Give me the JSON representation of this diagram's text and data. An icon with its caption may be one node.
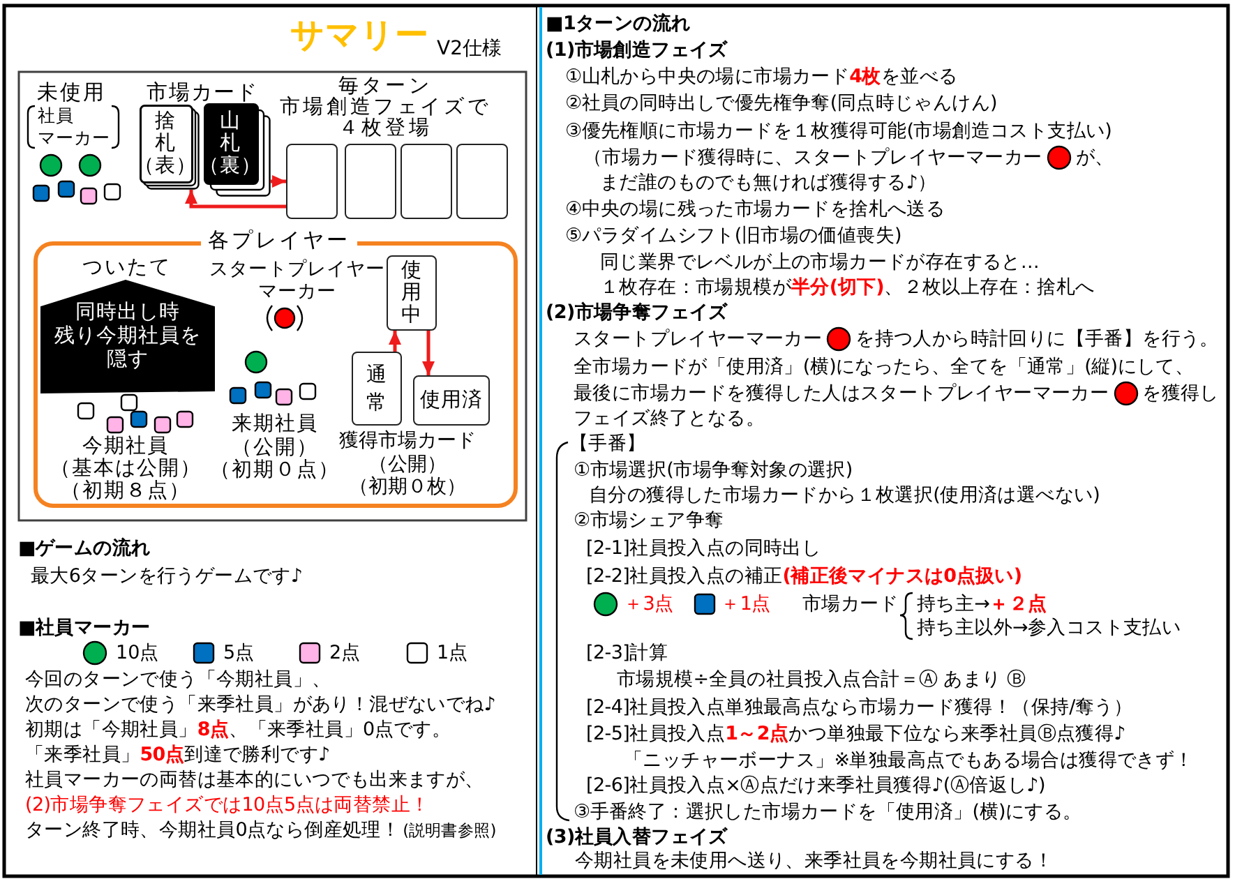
{
  "diagram": {
    "title": "サマリー",
    "nodes": [
      {
        "text": [
          "捨札（表）"
        ]
      },
      {
        "text": [
          "山札（裏）"
        ]
      },
      {
        "text": [],
        "shape": "box"
      },
      {
        "text": [],
        "shape": "box"
      },
      {
        "text": [],
        "shape": "box"
      },
      {
        "text": [],
        "shape": "box"
      },
      {
        "text": [
          "各プレイヤー"
        ]
      },
      {
        "text": [
          "ついたて",
          "同時出し時残り今期社員を隠す"
        ],
        "in": 6
      },
      {
        "text": [
          "使用中"
        ],
        "in": 6
      },
      {
        "text": [
          "通常"
        ],
        "in": 6
      },
      {
        "text": [
          "使用済"
        ],
        "in": 6
      }
    ],
    "edges": [
      {
        "from": 1,
        "to": 2,
        "arrow": "to"
      },
      {
        "from": 2,
        "to": 0,
        "arrow": "to"
      },
      {
        "from": 9,
        "to": 8,
        "arrow": "to"
      },
      {
        "from": 8,
        "to": 10,
        "arrow": "to"
      }
    ],
    "labels": [
      "V2仕様",
      "未使用",
      "社員マーカー",
      "市場カード",
      "毎ターン市場創造フェイズで４枚登場",
      "スタートプレイヤーマーカー",
      "今期社員（基本は公開）（初期８点）",
      "来期社員（公開）（初期０点）",
      "獲得市場カード（公開）（初期０枚）",
      "■ゲームの流れ",
      "最大6ターンを行うゲームです♪",
      "■社員マーカー",
      "今回のターンで使う「今期社員」、",
      "次のターンで使う「来季社員」があり！混ぜないでね♪",
      "初期は「今期社員」**8点**、「来季社員」0点です。",
      "「来季社員」**50点**到達で勝利です♪",
      "社員マーカーの両替は基本的にいつでも出来ますが、",
      "(2)市場争奪フェイズでは10点5点は両替禁止！",
      "ターン終了時、今期社員0点なら倒産処理！",
      "(説明書参照)",
      "■1ターンの流れ",
      "(1)市場創造フェイズ",
      "①山札から中央の場に市場カード**4枚**を並べる",
      "②社員の同時出しで優先権争奪(同点時じゃんけん)",
      "③優先権順に市場カードを１枚獲得可能(市場創造コスト支払い)",
      "（市場カード獲得時に、スタートプレイヤーマーカー",
      "が、",
      "まだ誰のものでも無ければ獲得する♪）",
      "④中央の場に残った市場カードを捨札へ送る",
      "⑤パラダイムシフト(旧市場の価値喪失)",
      "同じ業界でレベルが上の市場カードが存在すると…",
      "１枚存在：市場規模が**半分(切下)**、２枚以上存在：捨札へ",
      "(2)市場争奪フェイズ",
      "スタートプレイヤーマーカー",
      "を持つ人から時計回りに【手番】を行う。",
      "全市場カードが「使用済」(横)になったら、全てを「通常」(縦)にして、",
      "最後に市場カードを獲得した人はスタートプレイヤーマーカー",
      "を獲得し",
      "フェイズ終了となる。",
      "【手番】",
      "①市場選択(市場争奪対象の選択)",
      "自分の獲得した市場カードから１枚選択(使用済は選べない)",
      "②市場シェア争奪",
      "[2-1]社員投入点の同時出し",
      "[2-2]社員投入点の補正**(補正後マイナスは0点扱い)**",
      "＋3点",
      "＋1点",
      "市場カード",
      "持ち主→**＋２点**",
      "持ち主以外→参入コスト支払い",
      "[2-3]計算",
      "市場規模÷全員の社員投入点合計＝Ⓐ あまり Ⓑ",
      "[2-4]社員投入点単独最高点なら市場カード獲得！（保持/奪う）",
      "[2-5]社員投入点**1～2点**かつ単独最下位なら来季社員Ⓑ点獲得♪",
      "「ニッチャーボーナス」※単独最高点でもある場合は獲得できず！",
      "[2-6]社員投入点×Ⓐ点だけ来季社員獲得♪(Ⓐ倍返し♪)",
      "③手番終了：選択した市場カードを「使用済」(横)にする。",
      "(3)社員入替フェイズ",
      "今期社員を未使用へ送り、来季社員を今期社員にする！"
    ],
    "legend": [
      {
        "text": "10点",
        "color": "#00b050"
      },
      {
        "text": "5点",
        "color": "#0070c0"
      },
      {
        "text": "2点",
        "color": "#ffb3e6"
      },
      {
        "text": "1点"
      }
    ]
  }
}
